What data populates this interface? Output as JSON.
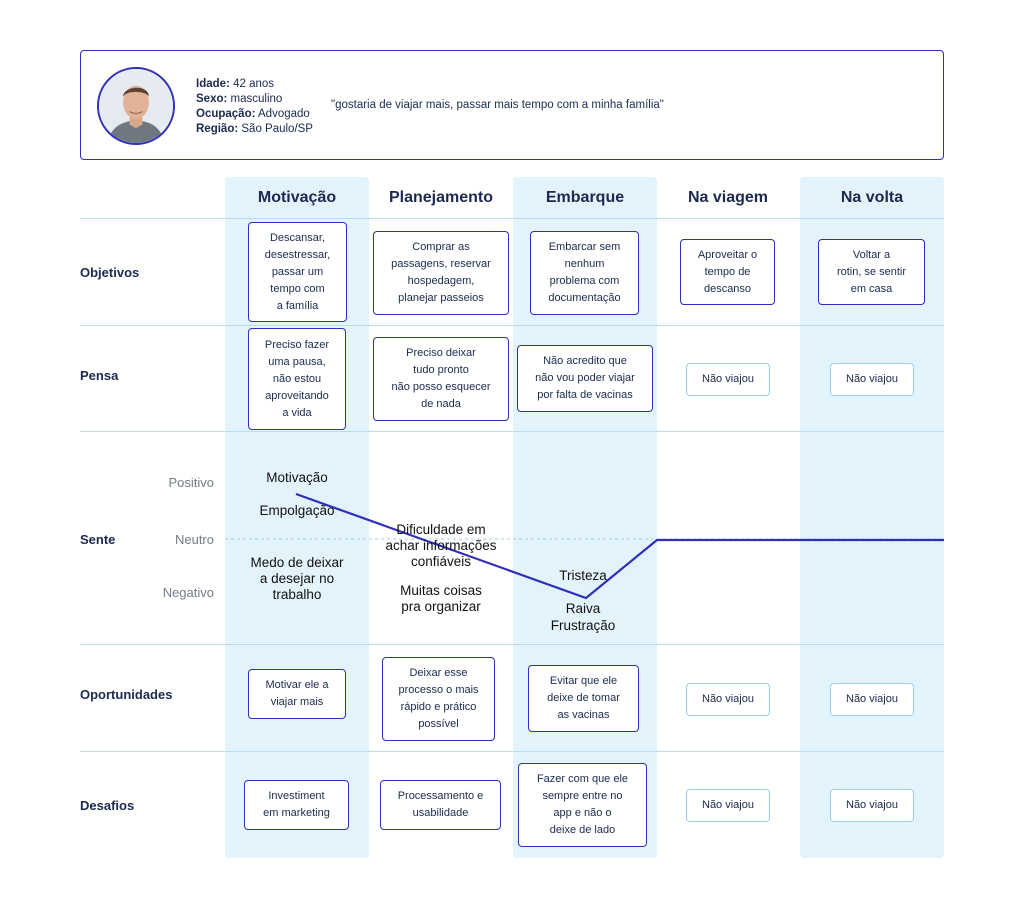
{
  "persona": {
    "age_label": "Idade:",
    "age": "42 anos",
    "sex_label": "Sexo:",
    "sex": "masculino",
    "job_label": "Ocupação:",
    "job": "Advogado",
    "region_label": "Região:",
    "region": "São Paulo/SP",
    "quote": "\"gostaria de viajar mais, passar mais tempo com a minha família\""
  },
  "stages": [
    "Motivação",
    "Planejamento",
    "Embarque",
    "Na viagem",
    "Na volta"
  ],
  "rows": {
    "objetivos": "Objetivos",
    "pensa": "Pensa",
    "sente": "Sente",
    "oportunidades": "Oportunidades",
    "desafios": "Desafios"
  },
  "objetivos": [
    "Descansar,\ndesestressar,\npassar um\ntempo com\na família",
    "Comprar as\npassagens, reservar\nhospedagem,\nplanejar passeios",
    "Embarcar sem\nnenhum\nproblema com\ndocumentação",
    "Aproveitar o\ntempo de\ndescanso",
    "Voltar a\nrotin, se sentir\nem casa"
  ],
  "pensa": [
    "Preciso fazer\numa pausa,\nnão estou\naproveitando\na vida",
    "Preciso deixar\ntudo pronto\nnão posso esquecer\nde nada",
    "Não acredito que\nnão vou poder viajar\npor falta de vacinas",
    "Não viajou",
    "Não viajou"
  ],
  "sente": {
    "scale": {
      "positive": "Positivo",
      "neutral": "Neutro",
      "negative": "Negativo"
    },
    "labels": {
      "motivacao": "Motivação",
      "empolgacao": "Empolgação",
      "medo": "Medo de deixar\na desejar no\ntrabalho",
      "dificuldade": "Dificuldade em\nachar informações\nconfiáveis",
      "muitas": "Muitas coisas\npra organizar",
      "tristeza": "Tristeza",
      "raiva": "Raiva\nFrustração"
    }
  },
  "oportunidades": [
    "Motivar ele a\nviajar mais",
    "Deixar esse\nprocesso o mais\nrápido e prático\npossível",
    "Evitar que ele\ndeixe de tomar\nas vacinas",
    "Não viajou",
    "Não viajou"
  ],
  "desafios": [
    "Investiment\nem marketing",
    "Processamento e\nusabilidade",
    "Fazer com que ele\nsempre entre no\napp e não o\ndeixe de lado",
    "Não viajou",
    "Não viajou"
  ],
  "colors": {
    "accent": "#2f2fb8",
    "column_bg": "#e3f3fc",
    "divider": "#bcdcf2",
    "light_border": "#9fcdf0"
  },
  "icons": {
    "avatar": "person-photo"
  }
}
